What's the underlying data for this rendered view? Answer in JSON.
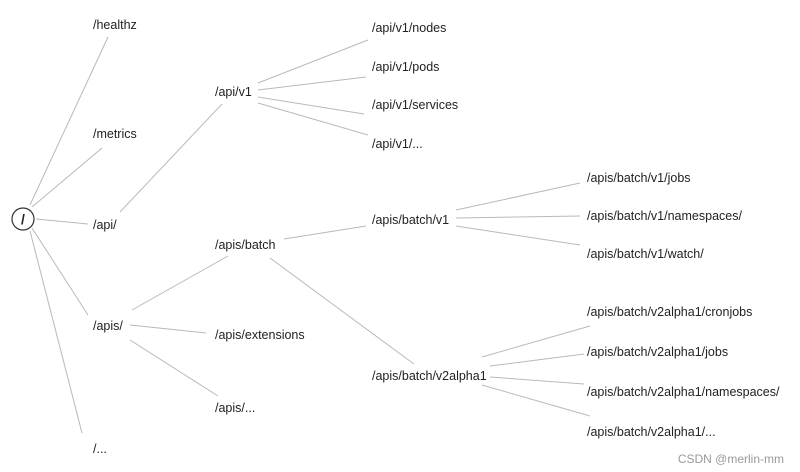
{
  "root": {
    "label": "/"
  },
  "nodes": {
    "healthz": "/healthz",
    "metrics": "/metrics",
    "api": "/api/",
    "apis": "/apis/",
    "other": "/...",
    "api_v1": "/api/v1",
    "api_v1_nodes": "/api/v1/nodes",
    "api_v1_pods": "/api/v1/pods",
    "api_v1_services": "/api/v1/services",
    "api_v1_more": "/api/v1/...",
    "apis_batch": "/apis/batch",
    "apis_extensions": "/apis/extensions",
    "apis_more": "/apis/...",
    "batch_v1": "/apis/batch/v1",
    "batch_v1_jobs": "/apis/batch/v1/jobs",
    "batch_v1_namespaces": "/apis/batch/v1/namespaces/",
    "batch_v1_watch": "/apis/batch/v1/watch/",
    "batch_v2alpha1": "/apis/batch/v2alpha1",
    "batch_v2alpha1_cronjobs": "/apis/batch/v2alpha1/cronjobs",
    "batch_v2alpha1_jobs": "/apis/batch/v2alpha1/jobs",
    "batch_v2alpha1_namespaces": "/apis/batch/v2alpha1/namespaces/",
    "batch_v2alpha1_more": "/apis/batch/v2alpha1/..."
  },
  "watermark": "CSDN @merlin-mm"
}
